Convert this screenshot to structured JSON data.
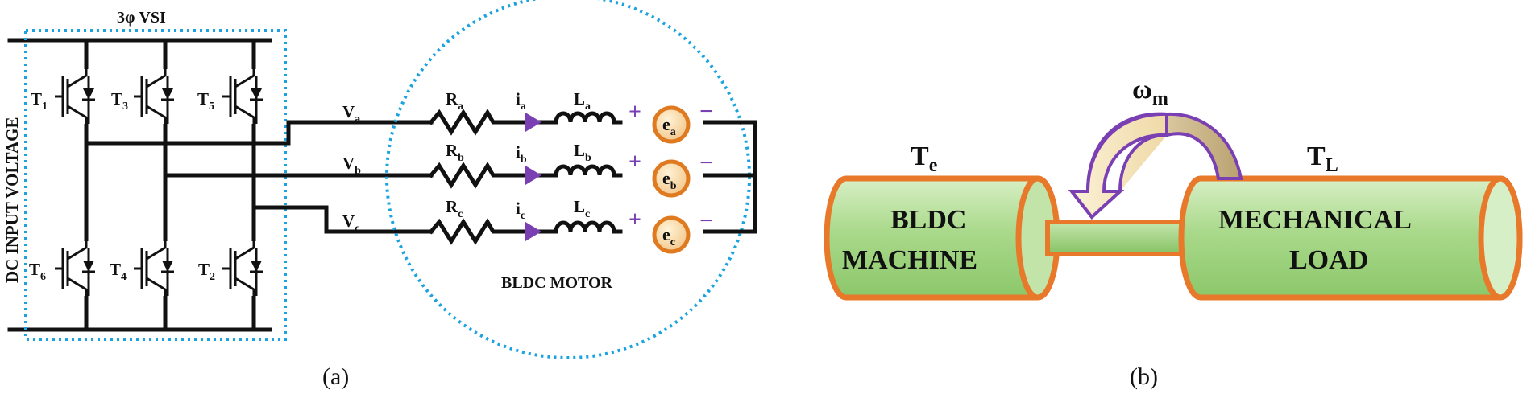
{
  "figure_a": {
    "vsi_label": "3φ VSI",
    "dc_input_label": "DC INPUT VOLTAGE",
    "motor_label": "BLDC MOTOR",
    "switches": [
      {
        "name": "T",
        "sub": "1"
      },
      {
        "name": "T",
        "sub": "3"
      },
      {
        "name": "T",
        "sub": "5"
      },
      {
        "name": "T",
        "sub": "6"
      },
      {
        "name": "T",
        "sub": "4"
      },
      {
        "name": "T",
        "sub": "2"
      }
    ],
    "phases": [
      {
        "v": "V",
        "vsub": "a",
        "r": "R",
        "rsub": "a",
        "i": "i",
        "isub": "a",
        "l": "L",
        "lsub": "a",
        "e": "e",
        "esub": "a"
      },
      {
        "v": "V",
        "vsub": "b",
        "r": "R",
        "rsub": "b",
        "i": "i",
        "isub": "b",
        "l": "L",
        "lsub": "b",
        "e": "e",
        "esub": "b"
      },
      {
        "v": "V",
        "vsub": "c",
        "r": "R",
        "rsub": "c",
        "i": "i",
        "isub": "c",
        "l": "L",
        "lsub": "c",
        "e": "e",
        "esub": "c"
      }
    ],
    "plus": "+",
    "minus": "−",
    "caption": "(a)"
  },
  "figure_b": {
    "te": "T",
    "te_sub": "e",
    "tl": "T",
    "tl_sub": "L",
    "omega": "ω",
    "omega_sub": "m",
    "machine_line1": "BLDC",
    "machine_line2": "MACHINE",
    "load_line1": "MECHANICAL",
    "load_line2": "LOAD",
    "caption": "(b)"
  },
  "colors": {
    "dotted_blue": "#1aa3e0",
    "cylinder_fill": "#a9d98a",
    "cylinder_border": "#e8792a",
    "arrow_purple": "#7a3fb2",
    "emf_orange": "#e07a20"
  }
}
